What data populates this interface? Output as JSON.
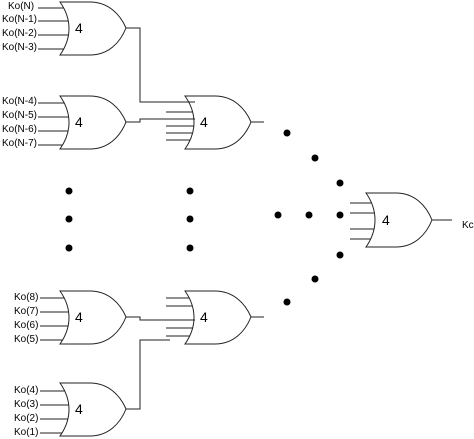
{
  "gate_label": "4",
  "inputs": {
    "group_a": [
      "Ko(N)",
      "Ko(N-1)",
      "Ko(N-2)",
      "Ko(N-3)"
    ],
    "group_b": [
      "Ko(N-4)",
      "Ko(N-5)",
      "Ko(N-6)",
      "Ko(N-7)"
    ],
    "group_c": [
      "Ko(8)",
      "Ko(7)",
      "Ko(6)",
      "Ko(5)"
    ],
    "group_d": [
      "Ko(4)",
      "Ko(3)",
      "Ko(2)",
      "Ko(1)"
    ]
  },
  "output_label": "Kc"
}
